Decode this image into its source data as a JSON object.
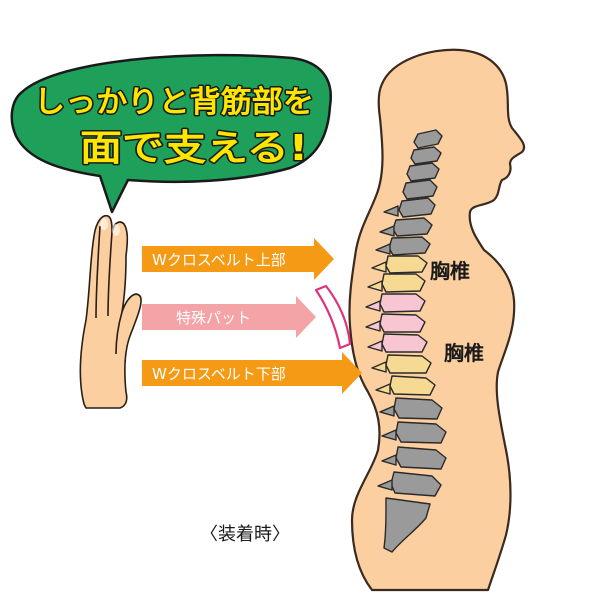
{
  "bubble": {
    "line1": "しっかりと背筋部を",
    "line2": "面で支える!"
  },
  "arrows": [
    {
      "id": "upper",
      "label": "Wクロスベルト上部"
    },
    {
      "id": "pad",
      "label": "特殊パット"
    },
    {
      "id": "lower",
      "label": "Wクロスベルト下部"
    }
  ],
  "spine_labels": {
    "upper": "胸椎",
    "lower": "胸椎"
  },
  "caption": "〈装着時〉",
  "colors": {
    "skin": "#fbcf9f",
    "bubble_green": "#1ea05a",
    "bubble_text": "#ffe600",
    "arrow_orange": "#f59a14",
    "arrow_pink": "#f4a3a6",
    "vertebra_gray": "#9a9a9a",
    "vertebra_yellow": "#f6d993",
    "vertebra_pink": "#f7c6d2",
    "pad_magenta": "#e0317c"
  },
  "icons": {
    "hand": "hand-icon",
    "pad": "pad-icon"
  }
}
